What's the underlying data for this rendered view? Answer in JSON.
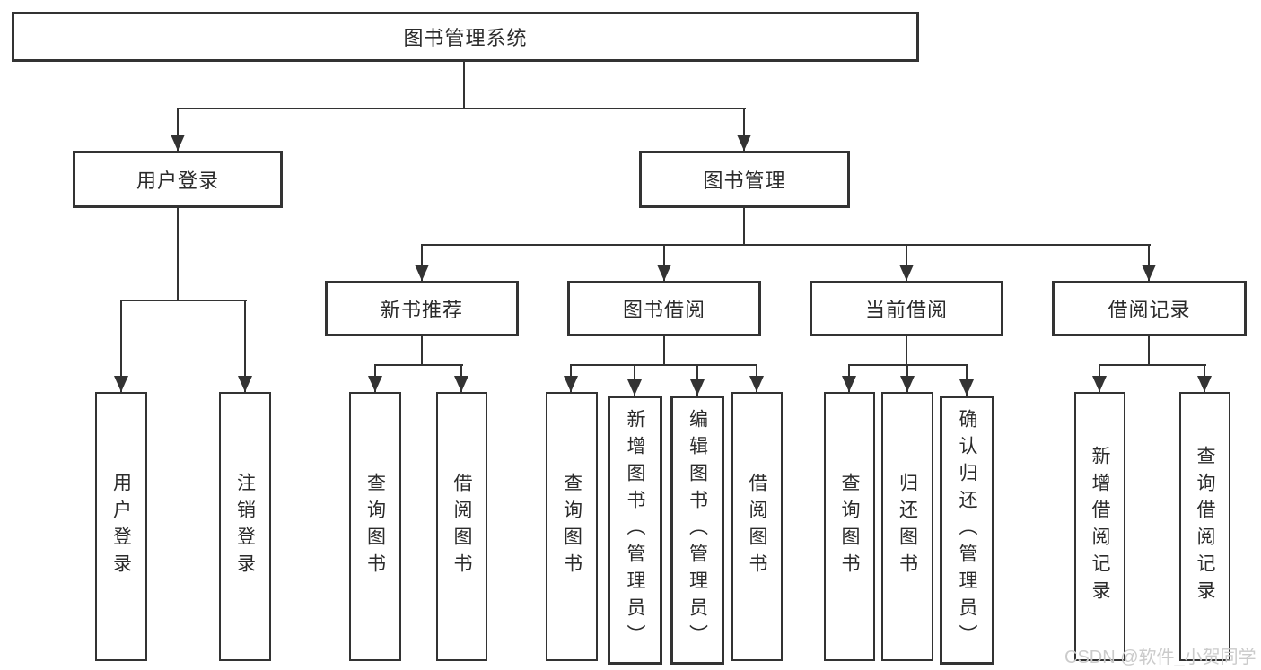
{
  "diagram": {
    "root": {
      "label": "图书管理系统"
    },
    "level2": [
      {
        "label": "用户登录"
      },
      {
        "label": "图书管理"
      }
    ],
    "level3": [
      {
        "label": "新书推荐"
      },
      {
        "label": "图书借阅"
      },
      {
        "label": "当前借阅"
      },
      {
        "label": "借阅记录"
      }
    ],
    "leaves": {
      "user_login": [
        "用户登录",
        "注销登录"
      ],
      "new_book_recommend": [
        "查询图书",
        "借阅图书"
      ],
      "book_borrow": [
        "查询图书",
        "新增图书（管理员）",
        "编辑图书（管理员）",
        "借阅图书"
      ],
      "current_borrow": [
        "查询图书",
        "归还图书",
        "确认归还（管理员）"
      ],
      "borrow_record": [
        "新增借阅记录",
        "查询借阅记录"
      ]
    },
    "watermark": "CSDN @软件_小贺同学",
    "colors": {
      "line": "#333333",
      "text": "#2b2b2b",
      "background": "#ffffff",
      "watermark": "#cbcbcb"
    }
  }
}
